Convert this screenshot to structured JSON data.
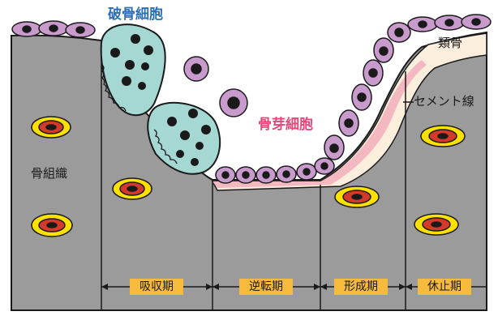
{
  "labels": {
    "osteoclast": "破骨細胞",
    "osteoblast": "骨芽細胞",
    "osteoid": "類骨",
    "cement_line": "セメント線",
    "bone_tissue": "骨組織"
  },
  "phases": [
    {
      "label": "吸収期"
    },
    {
      "label": "逆転期"
    },
    {
      "label": "形成期"
    },
    {
      "label": "休止期"
    }
  ],
  "colors": {
    "bone": "#9b9b9b",
    "osteoclast": "#a6d8d3",
    "osteoblast": "#c99bcd",
    "osteoid": "#fbeedd",
    "cement_line": "#f4b8c0",
    "osteocyte_outer": "#ffe100",
    "osteocyte_inner": "#d43a2c",
    "phase_label_bg": "#f6bb3d",
    "osteoclast_text": "#2c6fb6",
    "osteoblast_text": "#e8457a"
  },
  "icons": {
    "osteocyte": "osteocyte-icon",
    "osteoclast": "osteoclast-cell",
    "osteoblast": "osteoblast-cell",
    "free_cell": "mononuclear-cell"
  }
}
